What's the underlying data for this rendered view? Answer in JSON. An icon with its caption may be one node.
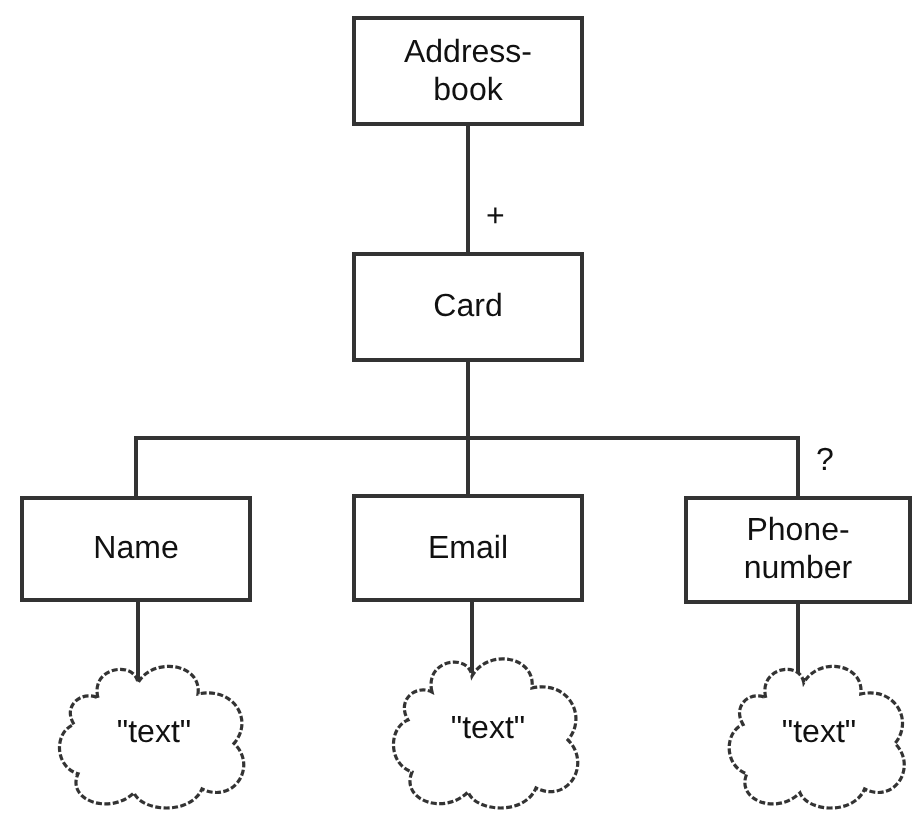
{
  "diagram": {
    "nodes": [
      {
        "text": [
          "Address- book"
        ]
      },
      {
        "text": [
          "Card"
        ]
      },
      {
        "text": [
          "Name"
        ]
      },
      {
        "text": [
          "Email"
        ]
      },
      {
        "text": [
          "Phone- number"
        ]
      },
      {
        "text": [
          "\"text\""
        ]
      },
      {
        "text": [
          "\"text\""
        ]
      },
      {
        "text": [
          "\"text\""
        ]
      }
    ],
    "edges": [
      {
        "from": 0,
        "to": 1,
        "arrow": "none",
        "label": "+"
      },
      {
        "from": 1,
        "to": 2,
        "arrow": "none"
      },
      {
        "from": 1,
        "to": 3,
        "arrow": "none"
      },
      {
        "from": 1,
        "to": 4,
        "arrow": "none",
        "label": "?"
      },
      {
        "from": 2,
        "to": 5,
        "arrow": "none"
      },
      {
        "from": 3,
        "to": 6,
        "arrow": "none"
      },
      {
        "from": 4,
        "to": 7,
        "arrow": "none"
      }
    ]
  }
}
